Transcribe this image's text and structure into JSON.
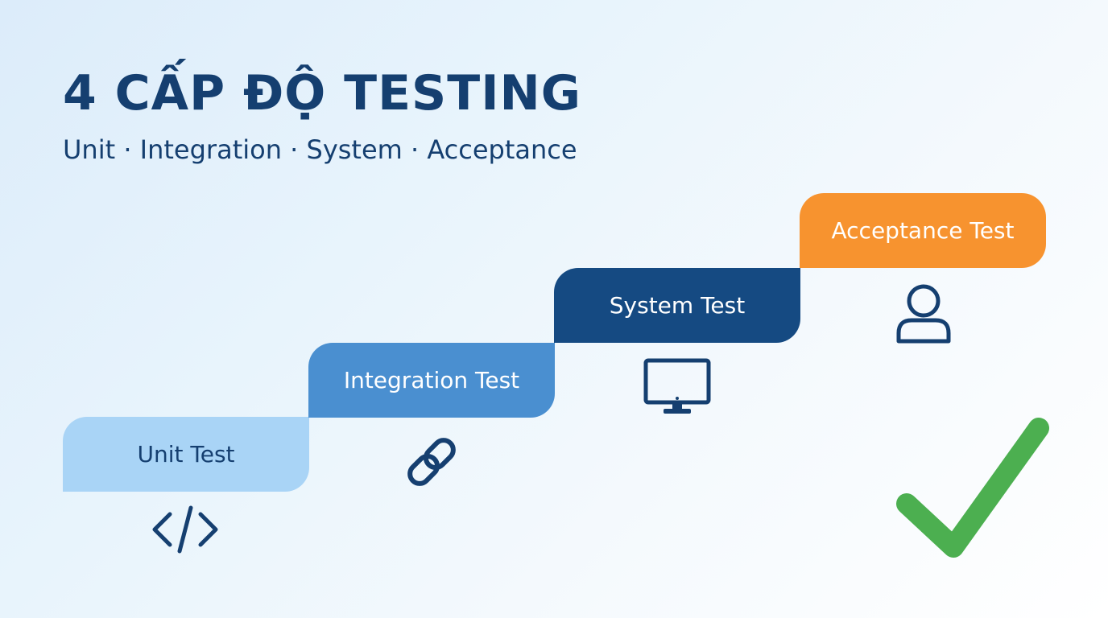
{
  "header": {
    "title": "4 CẤP ĐỘ TESTING",
    "subtitle": "Unit · Integration · System · Acceptance"
  },
  "steps": [
    {
      "label": "Unit Test",
      "icon": "code-icon",
      "color": "#a9d4f6"
    },
    {
      "label": "Integration Test",
      "icon": "link-icon",
      "color": "#4a8fd0"
    },
    {
      "label": "System Test",
      "icon": "monitor-icon",
      "color": "#154a82"
    },
    {
      "label": "Acceptance Test",
      "icon": "user-icon",
      "color": "#f7932f"
    }
  ],
  "decorations": {
    "final_icon": "checkmark-icon",
    "checkmark_color": "#4caf50",
    "text_color": "#153f70"
  }
}
